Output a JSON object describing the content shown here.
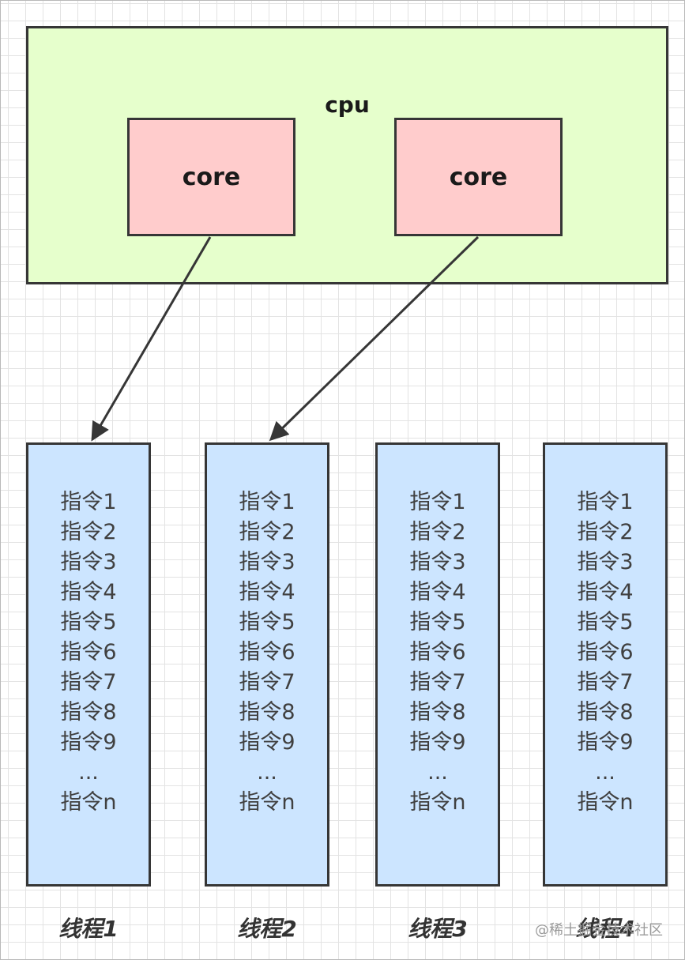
{
  "cpu": {
    "label": "cpu"
  },
  "cores": [
    {
      "label": "core"
    },
    {
      "label": "core"
    }
  ],
  "threads": [
    {
      "label": "线程1",
      "instructions": [
        "指令1",
        "指令2",
        "指令3",
        "指令4",
        "指令5",
        "指令6",
        "指令7",
        "指令8",
        "指令9",
        "...",
        "指令n"
      ]
    },
    {
      "label": "线程2",
      "instructions": [
        "指令1",
        "指令2",
        "指令3",
        "指令4",
        "指令5",
        "指令6",
        "指令7",
        "指令8",
        "指令9",
        "...",
        "指令n"
      ]
    },
    {
      "label": "线程3",
      "instructions": [
        "指令1",
        "指令2",
        "指令3",
        "指令4",
        "指令5",
        "指令6",
        "指令7",
        "指令8",
        "指令9",
        "...",
        "指令n"
      ]
    },
    {
      "label": "线程4",
      "instructions": [
        "指令1",
        "指令2",
        "指令3",
        "指令4",
        "指令5",
        "指令6",
        "指令7",
        "指令8",
        "指令9",
        "...",
        "指令n"
      ]
    }
  ],
  "watermark": "@稀土掘金技术社区",
  "colors": {
    "cpu_fill": "#e6ffcc",
    "core_fill": "#ffcccc",
    "thread_fill": "#cce5ff",
    "stroke": "#363636"
  }
}
